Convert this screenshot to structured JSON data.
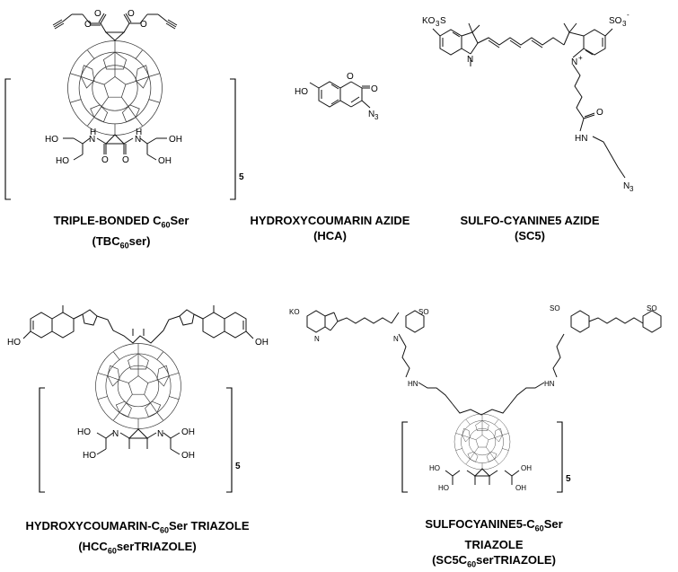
{
  "figure": {
    "molecules": [
      {
        "id": "tbc60ser",
        "name_main": "TRIPLE-BONDED C",
        "name_sub": "60",
        "name_tail": "Ser",
        "abbr_pre": "(TBC",
        "abbr_sub": "60",
        "abbr_tail": "ser)",
        "repeat": "5",
        "atoms": {
          "O": "O",
          "N": "N",
          "HO": "HO",
          "OH": "OH",
          "H": "H"
        }
      },
      {
        "id": "hca",
        "name_main": "HYDROXYCOUMARIN AZIDE",
        "abbr": "(HCA)",
        "atoms": {
          "HO": "HO",
          "O": "O",
          "N3": "N",
          "N3_sub": "3"
        }
      },
      {
        "id": "sc5",
        "name_main": "SULFO-CYANINE5 AZIDE",
        "abbr": "(SC5)",
        "atoms": {
          "KO3S": "KO",
          "KO3S_sub": "3",
          "KO3S_tail": "S",
          "SO3": "SO",
          "SO3_sub": "3",
          "SO3_charge": "-",
          "N_plus": "N",
          "plus": "+",
          "HN": "HN",
          "O": "O",
          "N3": "N",
          "N3_sub": "3"
        }
      },
      {
        "id": "hcc60ser",
        "name_main": "HYDROXYCOUMARIN-C",
        "name_sub": "60",
        "name_tail": "Ser TRIAZOLE",
        "abbr_pre": "(HCC",
        "abbr_sub": "60",
        "abbr_tail": "serTRIAZOLE)",
        "repeat": "5"
      },
      {
        "id": "sc5c60ser",
        "name_main": "SULFOCYANINE5-C",
        "name_sub": "60",
        "name_tail": "Ser",
        "name_line2": "TRIAZOLE",
        "abbr_pre": "(SC5C",
        "abbr_sub": "60",
        "abbr_tail": "serTRIAZOLE)",
        "repeat": "5"
      }
    ]
  }
}
